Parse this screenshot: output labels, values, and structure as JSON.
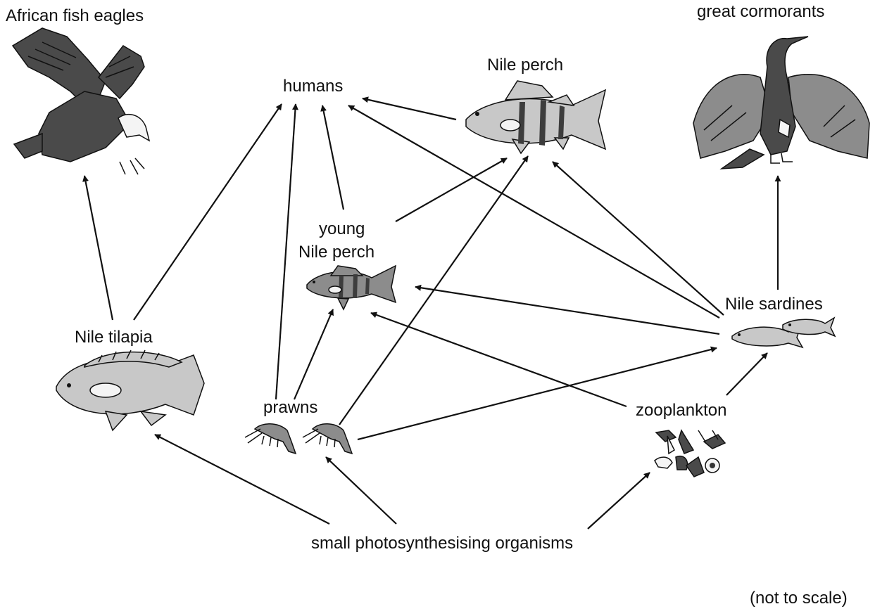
{
  "organisms": {
    "african_fish_eagles": "African fish eagles",
    "great_cormorants": "great cormorants",
    "humans": "humans",
    "nile_perch": "Nile perch",
    "young_nile_perch_line1": "young",
    "young_nile_perch_line2": "Nile perch",
    "nile_tilapia": "Nile tilapia",
    "nile_sardines": "Nile sardines",
    "prawns": "prawns",
    "zooplankton": "zooplankton",
    "producers": "small photosynthesising organisms"
  },
  "note": "(not to scale)",
  "feeding_relationships": [
    {
      "from": "Nile tilapia",
      "to": "African fish eagles"
    },
    {
      "from": "Nile tilapia",
      "to": "humans"
    },
    {
      "from": "prawns",
      "to": "humans"
    },
    {
      "from": "young Nile perch",
      "to": "humans"
    },
    {
      "from": "Nile perch",
      "to": "humans"
    },
    {
      "from": "Nile sardines",
      "to": "humans"
    },
    {
      "from": "young Nile perch",
      "to": "Nile perch"
    },
    {
      "from": "prawns",
      "to": "Nile perch"
    },
    {
      "from": "Nile sardines",
      "to": "Nile perch"
    },
    {
      "from": "prawns",
      "to": "young Nile perch"
    },
    {
      "from": "Nile sardines",
      "to": "young Nile perch"
    },
    {
      "from": "zooplankton",
      "to": "young Nile perch"
    },
    {
      "from": "prawns",
      "to": "Nile sardines"
    },
    {
      "from": "zooplankton",
      "to": "Nile sardines"
    },
    {
      "from": "Nile sardines",
      "to": "great cormorants"
    },
    {
      "from": "small photosynthesising organisms",
      "to": "Nile tilapia"
    },
    {
      "from": "small photosynthesising organisms",
      "to": "prawns"
    },
    {
      "from": "small photosynthesising organisms",
      "to": "zooplankton"
    }
  ]
}
